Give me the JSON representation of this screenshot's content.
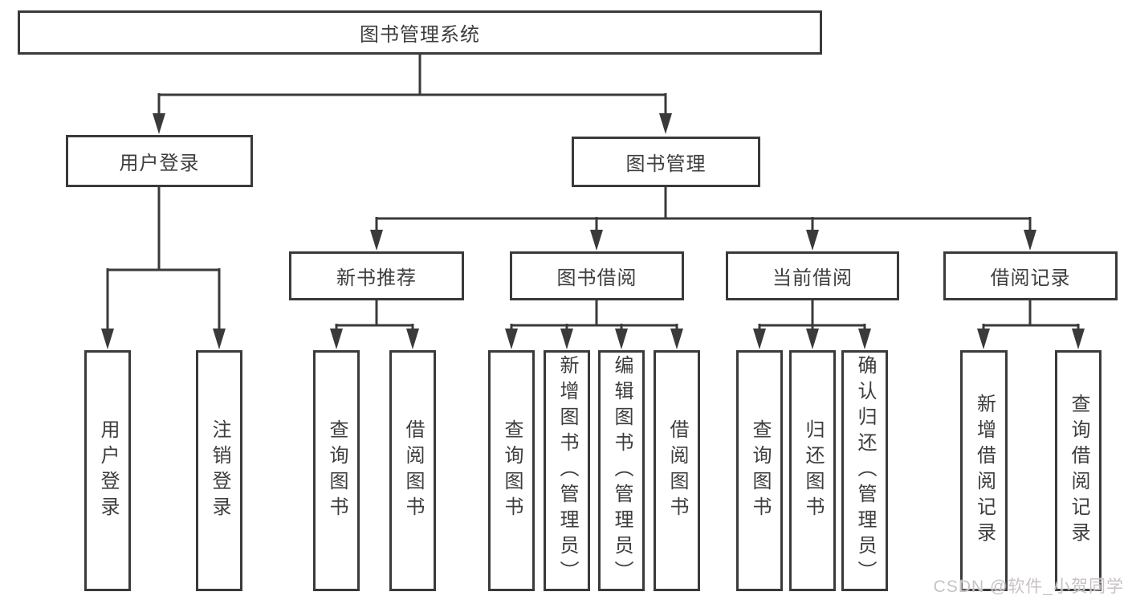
{
  "diagram": {
    "root": {
      "label": "图书管理系统"
    },
    "branches": [
      {
        "label": "用户登录",
        "children": [
          {
            "label": "用户登录"
          },
          {
            "label": "注销登录"
          }
        ]
      },
      {
        "label": "图书管理",
        "children": [
          {
            "label": "新书推荐",
            "children": [
              {
                "label": "查询图书"
              },
              {
                "label": "借阅图书"
              }
            ]
          },
          {
            "label": "图书借阅",
            "children": [
              {
                "label": "查询图书"
              },
              {
                "label": "新增图书（管理员）"
              },
              {
                "label": "编辑图书（管理员）"
              },
              {
                "label": "借阅图书"
              }
            ]
          },
          {
            "label": "当前借阅",
            "children": [
              {
                "label": "查询图书"
              },
              {
                "label": "归还图书"
              },
              {
                "label": "确认归还（管理员）"
              }
            ]
          },
          {
            "label": "借阅记录",
            "children": [
              {
                "label": "新增借阅记录"
              },
              {
                "label": "查询借阅记录"
              }
            ]
          }
        ]
      }
    ]
  },
  "watermark": {
    "text": "CSDN @软件_小贺同学"
  },
  "colors": {
    "line": "#3a3a3a",
    "box_border": "#3a3a3a",
    "text": "#3d3d3d",
    "watermark": "#c8c3c3",
    "background": "#ffffff"
  }
}
